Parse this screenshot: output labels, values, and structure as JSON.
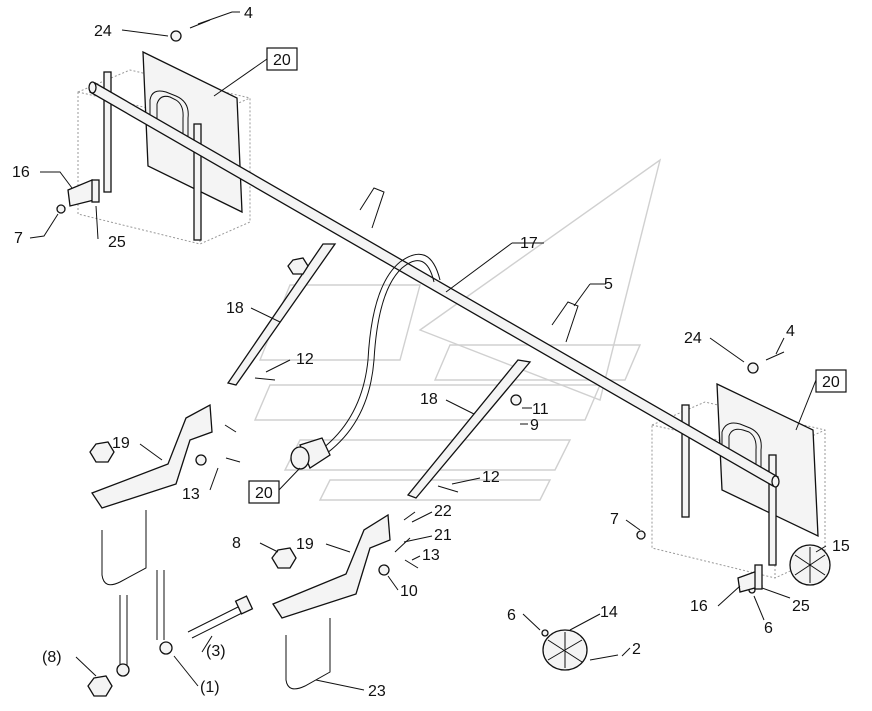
{
  "callouts": {
    "c24a": "24",
    "c4a": "4",
    "c20a": "20",
    "c16a": "16",
    "c7a": "7",
    "c25a": "25",
    "c17": "17",
    "c5": "5",
    "c18a": "18",
    "c12a": "12",
    "c11": "11",
    "c9": "9",
    "c18b": "18",
    "c12b": "12",
    "c19a": "19",
    "c13a": "13",
    "c20b": "20",
    "c24b": "24",
    "c4b": "4",
    "c20c": "20",
    "c7b": "7",
    "c15": "15",
    "c16b": "16",
    "c25b": "25",
    "c6b": "6",
    "c22": "22",
    "c21": "21",
    "c13b": "13",
    "c8": "8",
    "c19b": "19",
    "c10": "10",
    "c6a": "6",
    "c14": "14",
    "c2": "2",
    "c8p": "(8)",
    "c1p": "(1)",
    "c3p": "(3)",
    "c23": "23"
  },
  "colors": {
    "line": "#111111",
    "part_fill": "#f4f4f4",
    "watermark": "#d0d0d0"
  }
}
